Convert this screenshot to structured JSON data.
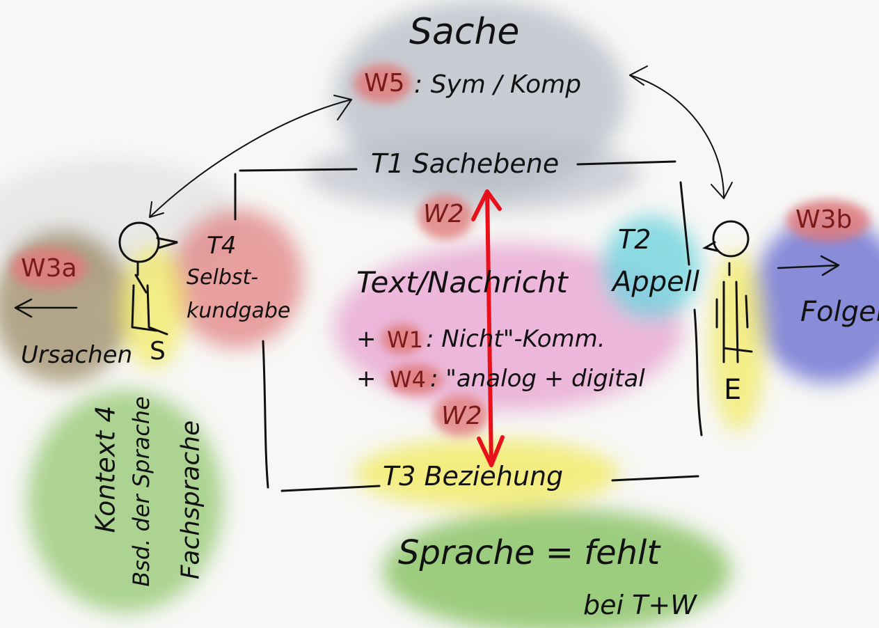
{
  "diagram": {
    "title": "Sache",
    "w5_tag": "W5",
    "w5_text": ": Sym / Komp",
    "side_top": "T1 Sachebene",
    "side_right_num": "T2",
    "side_right_label": "Appell",
    "side_bottom": "T3 Beziehung",
    "side_left_num": "T4",
    "side_left_label1": "Selbst-",
    "side_left_label2": "kundgabe",
    "center_title": "Text/Nachricht",
    "center_line1_prefix": "+",
    "center_line1_tag": "W1",
    "center_line1_text": ": Nicht\"-Komm.",
    "center_line2_prefix": "+",
    "center_line2_tag": "W4",
    "center_line2_text": ": \"analog + digital",
    "w2_top": "W2",
    "w2_bottom": "W2",
    "sender_letter": "S",
    "receiver_letter": "E",
    "w3a_tag": "W3a",
    "w3a_text": "Ursachen",
    "w3b_tag": "W3b",
    "w3b_text": "Folgen",
    "context_line1": "Kontext 4",
    "context_line2": "Bsd. der Sprache",
    "context_line3": "Fachsprache",
    "bottom_line1": "Sprache = fehlt",
    "bottom_line2": "bei T+W"
  },
  "colors": {
    "gray": "#b4b9c4",
    "pink": "#e79bcf",
    "red": "#e07b7b",
    "yellow": "#f2ea5a",
    "cyan": "#6fd3de",
    "blue": "#6a70d2",
    "brown": "#8f7a4e",
    "green": "#6db63f",
    "accent_red": "#e8101a"
  }
}
